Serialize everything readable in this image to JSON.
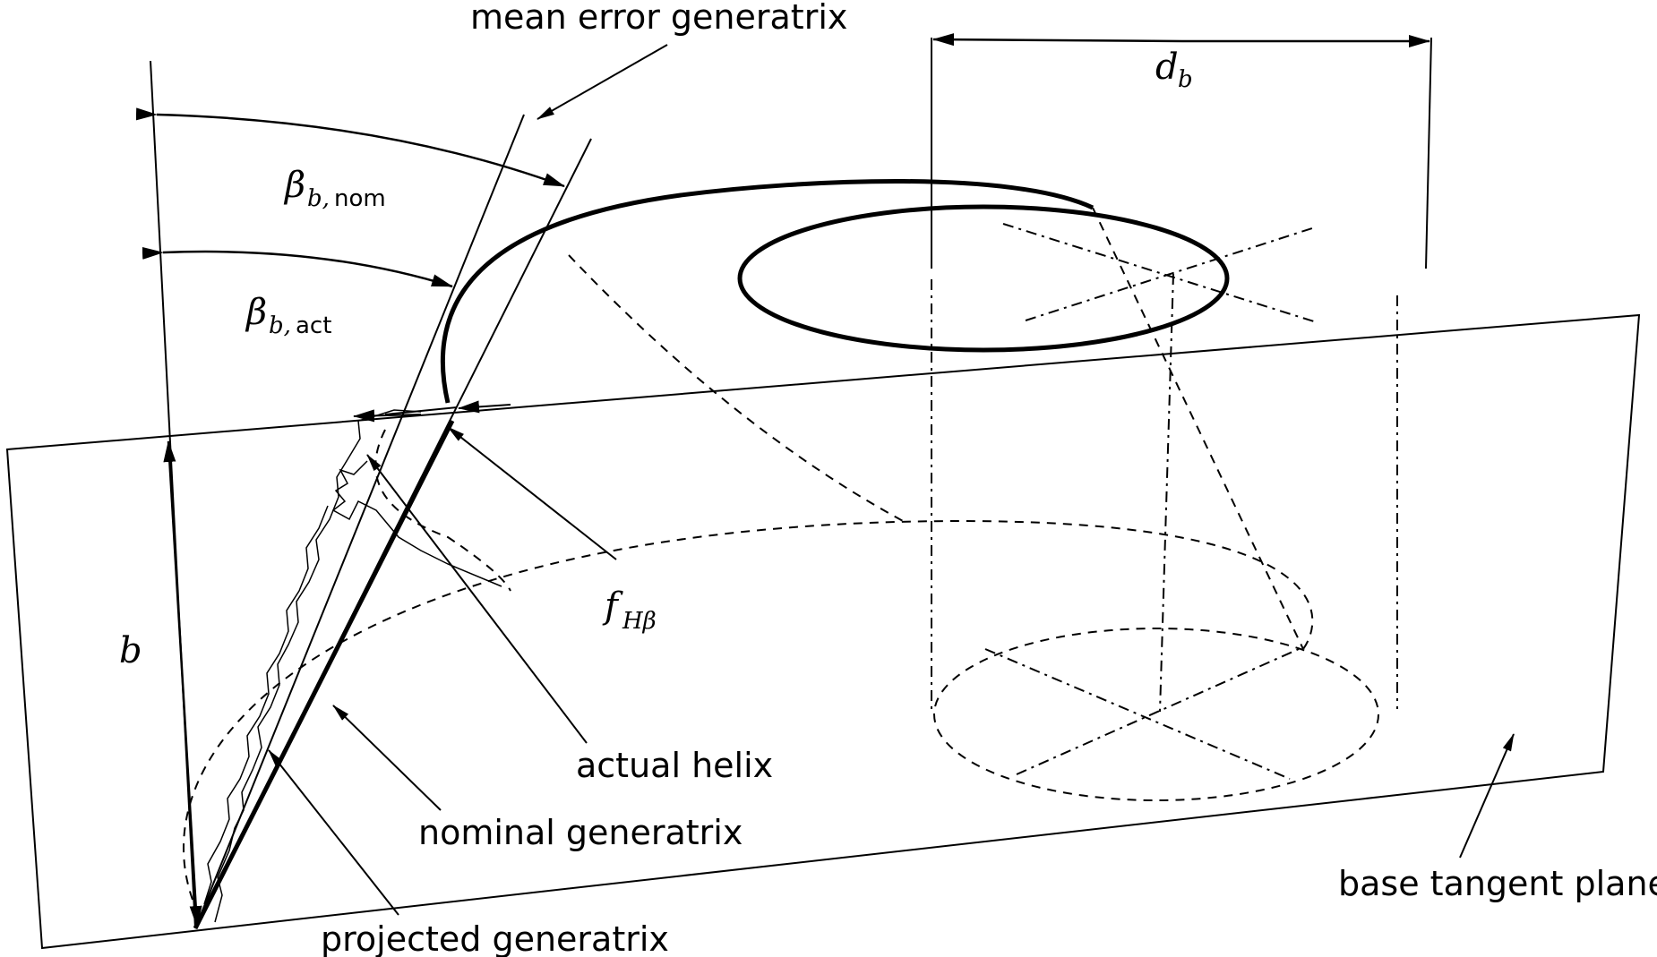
{
  "labels": {
    "mean_error_generatrix": "mean error generatrix",
    "actual_helix": "actual helix",
    "nominal_generatrix": "nominal generatrix",
    "projected_generatrix": "projected generatrix",
    "base_tangent_plane": "base tangent plane"
  },
  "symbols": {
    "db_main": "d",
    "db_sub": "b",
    "beta_nom_main": "β",
    "beta_nom_sub": "b,",
    "beta_nom_sub2": "nom",
    "beta_act_main": "β",
    "beta_act_sub": "b,",
    "beta_act_sub2": "act",
    "fh_main": "f",
    "fh_sub": "Hβ",
    "b": "b"
  }
}
